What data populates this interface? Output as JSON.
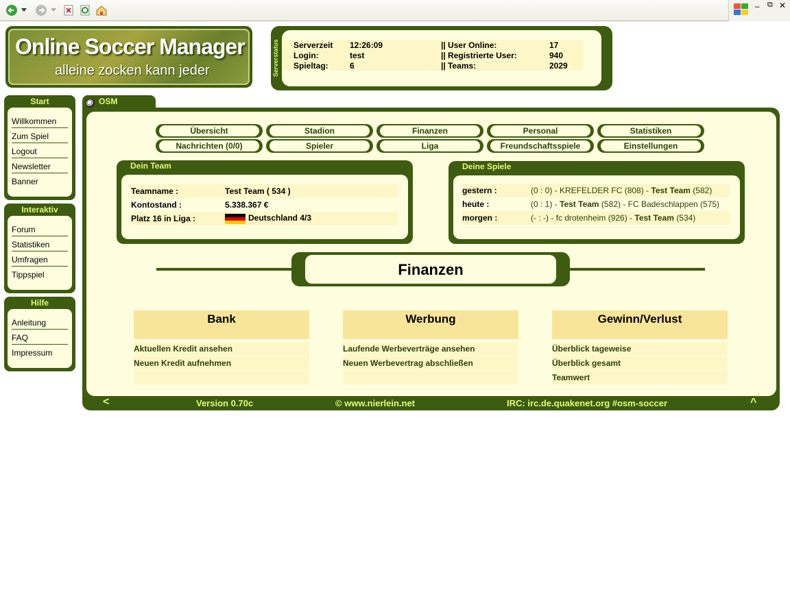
{
  "logo": {
    "line1": "Online Soccer Manager",
    "line2": "alleine zocken kann jeder"
  },
  "server": {
    "label": "Serverstatus",
    "rows": [
      {
        "k1": "Serverzeit",
        "v1": "12:26:09",
        "k2": "|| User Online:",
        "v2": "17"
      },
      {
        "k1": "Login:",
        "v1": "test",
        "k2": "|| Registrierte User:",
        "v2": "940"
      },
      {
        "k1": "Spieltag:",
        "v1": "6",
        "k2": "|| Teams:",
        "v2": "2029"
      }
    ]
  },
  "sidebar": {
    "start": {
      "title": "Start",
      "items": [
        "Willkommen",
        "Zum Spiel",
        "Logout",
        "Newsletter",
        "Banner"
      ]
    },
    "interaktiv": {
      "title": "Interaktiv",
      "items": [
        "Forum",
        "Statistiken",
        "Umfragen",
        "Tippspiel"
      ]
    },
    "hilfe": {
      "title": "Hilfe",
      "items": [
        "Anleitung",
        "FAQ",
        "Impressum"
      ]
    }
  },
  "tab": {
    "label": "OSM"
  },
  "nav": {
    "row1": [
      "Übersicht",
      "Stadion",
      "Finanzen",
      "Personal",
      "Statistiken"
    ],
    "row2": [
      "Nachrichten (0/0)",
      "Spieler",
      "Liga",
      "Freundschaftsspiele",
      "Einstellungen"
    ]
  },
  "team": {
    "title": "Dein Team",
    "name_label": "Teamname :",
    "name_value": "Test Team ( 534 )",
    "konto_label": "Kontostand :",
    "konto_value": "5.338.367 €",
    "platz_label": "Platz 16 in Liga :",
    "liga_value": "Deutschland 4/3"
  },
  "games": {
    "title": "Deine Spiele",
    "rows": [
      {
        "day": "gestern :",
        "score": "(0 : 0) - ",
        "home": "KREFELDER FC",
        "home_id": " (808) - ",
        "away": "Test Team",
        "away_id": " (582)"
      },
      {
        "day": "heute :",
        "score": "(0 : 1) - ",
        "home": "Test Team",
        "home_id": " (582) - ",
        "away": "FC Badeschlappen",
        "away_id": " (575)"
      },
      {
        "day": "morgen :",
        "score": "(- : -) - ",
        "home": "fc drotenheim",
        "home_id": " (926) - ",
        "away": "Test Team",
        "away_id": " (534)"
      }
    ]
  },
  "section": {
    "title": "Finanzen"
  },
  "columns": [
    {
      "title": "Bank",
      "links": [
        "Aktuellen Kredit ansehen",
        "Neuen Kredit aufnehmen",
        ""
      ]
    },
    {
      "title": "Werbung",
      "links": [
        "Laufende Werbeverträge ansehen",
        "Neuen Werbevertrag abschließen",
        ""
      ]
    },
    {
      "title": "Gewinn/Verlust",
      "links": [
        "Überblick tageweise",
        "Überblick gesamt",
        "Teamwert"
      ]
    }
  ],
  "footer": {
    "back": "<",
    "version": "Version 0.70c",
    "copyright": "© www.nierlein.net",
    "irc": "IRC: irc.de.quakenet.org #osm-soccer",
    "up": "^"
  },
  "colors": {
    "green": "#3d5c0f",
    "cream": "#fefedf",
    "highlight": "#fdf7c8",
    "accent": "#e2f97c"
  }
}
